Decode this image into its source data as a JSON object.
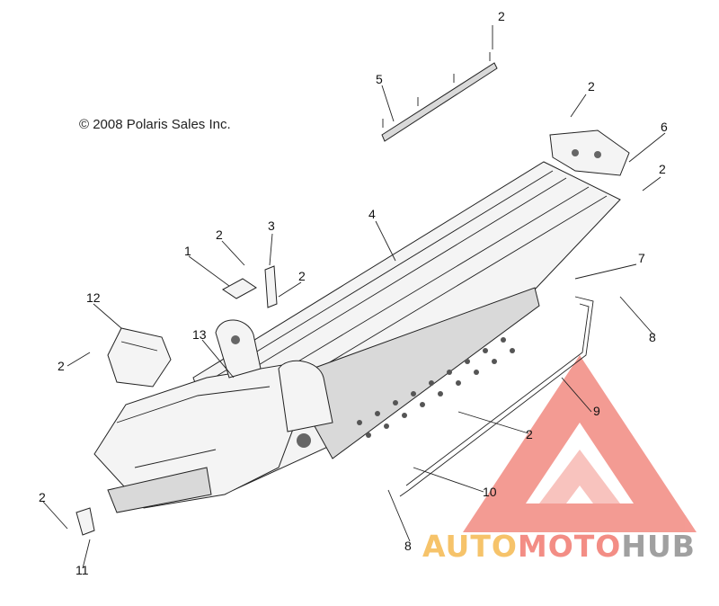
{
  "copyright": "© 2008 Polaris Sales Inc.",
  "callouts": [
    "2",
    "5",
    "2",
    "6",
    "2",
    "4",
    "3",
    "2",
    "1",
    "2",
    "7",
    "12",
    "8",
    "13",
    "2",
    "9",
    "2",
    "10",
    "2",
    "8",
    "11"
  ],
  "watermark": {
    "part1": "AUTO",
    "part2": "MOTO",
    "part3": "HUB"
  },
  "colors": {
    "watermark_red": "#f07a70",
    "watermark_yellow": "#f6c36a",
    "watermark_gray": "#a0a0a0",
    "line": "#222222"
  }
}
